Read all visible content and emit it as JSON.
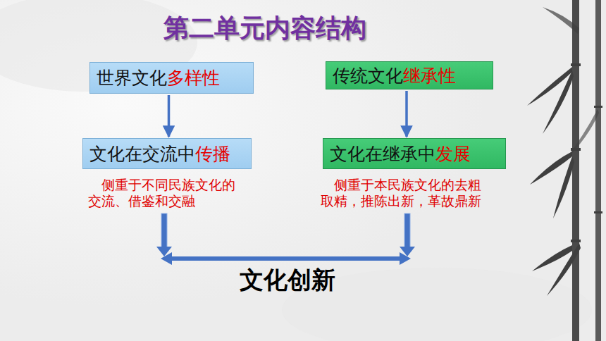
{
  "diagram": {
    "title": "第二单元内容结构",
    "nodes": [
      {
        "text": [
          "世界文化",
          "多样性"
        ]
      },
      {
        "text": [
          "传统文化",
          "继承性"
        ]
      },
      {
        "text": [
          "文化在交流中",
          "传播"
        ]
      },
      {
        "text": [
          "文化在继承中",
          "发展"
        ]
      }
    ],
    "edges": [
      {
        "from": 0,
        "to": 2,
        "arrow": "to"
      },
      {
        "from": 1,
        "to": 3,
        "arrow": "to"
      }
    ],
    "labels": [
      "侧重于不同民族文化的交流、借鉴和交融",
      "侧重于本民族文化的去粗取精，推陈出新，革故鼎新",
      "文化创新"
    ]
  }
}
